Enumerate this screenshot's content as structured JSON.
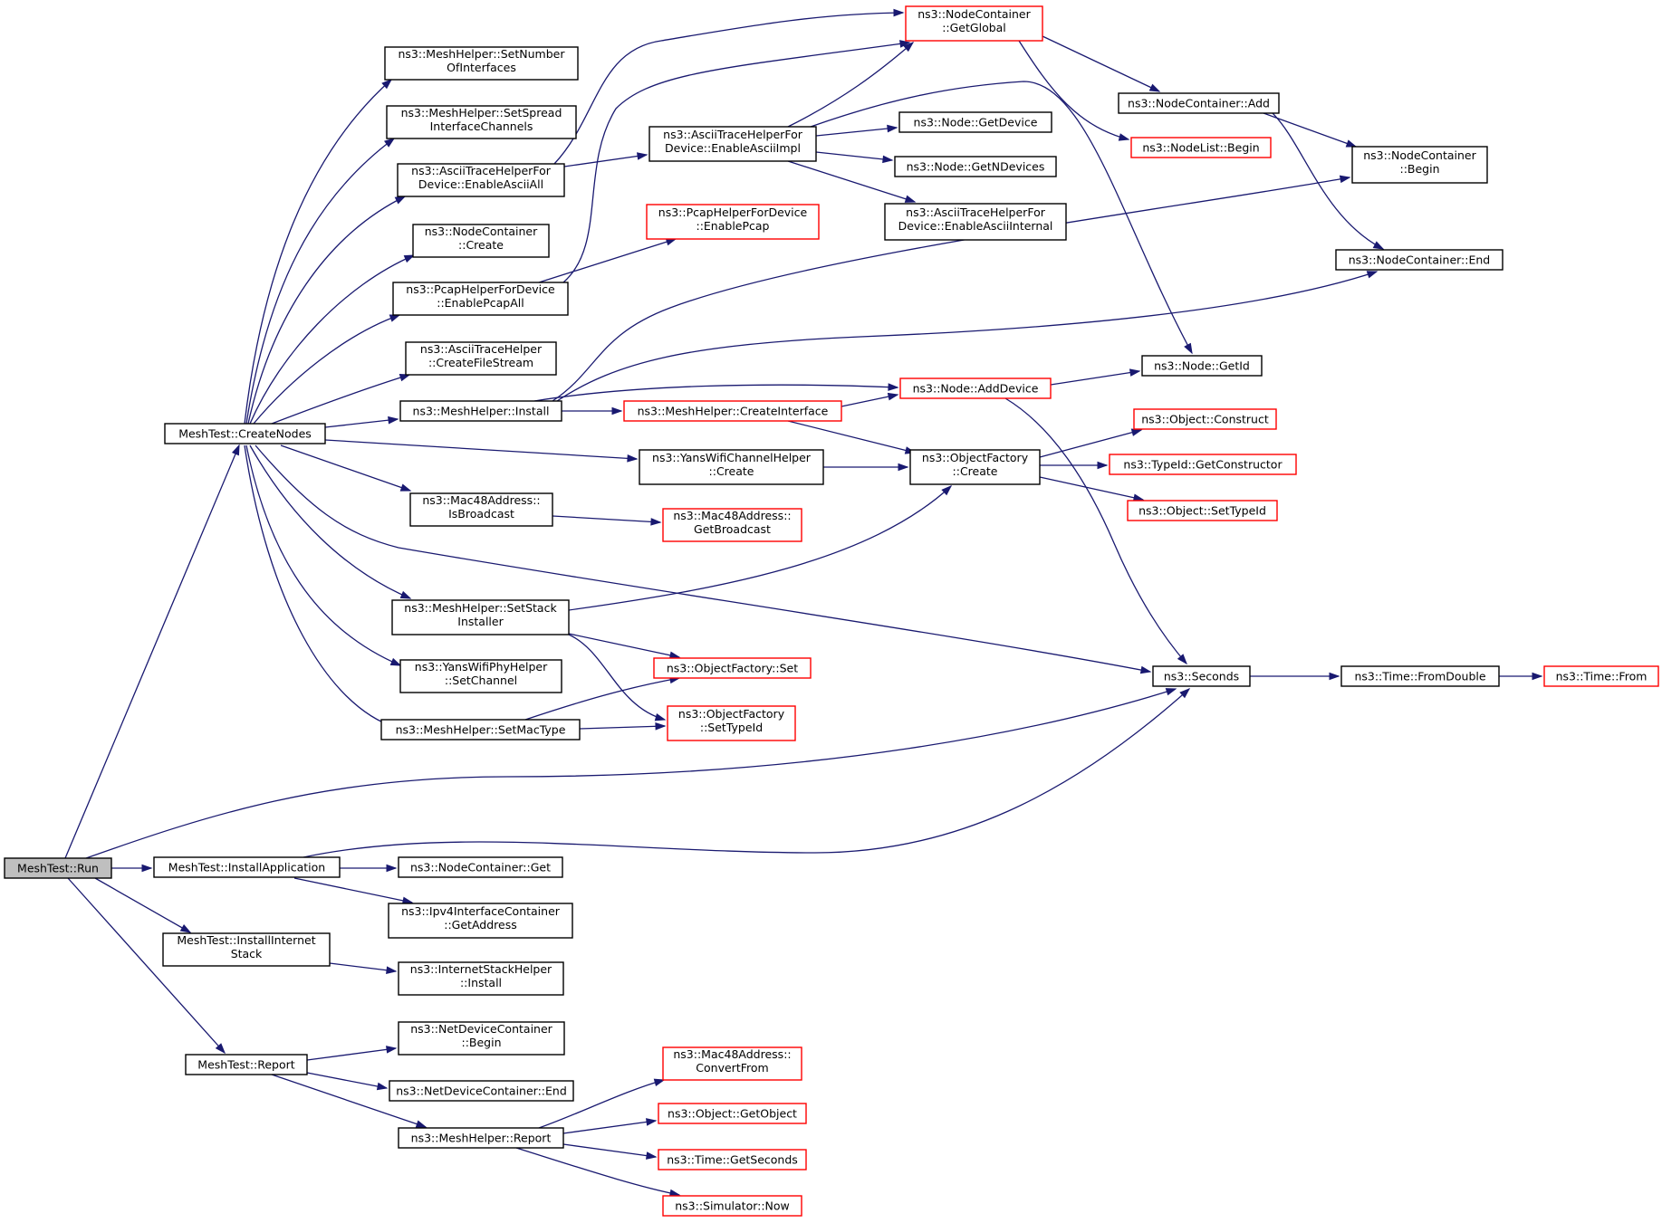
{
  "colors": {
    "edge": "#191970",
    "truncated_border": "#ff0000",
    "normal_border": "#000000",
    "root_fill": "#bfbfbf"
  },
  "nodes": {
    "run": {
      "lines": [
        "MeshTest::Run"
      ],
      "kind": "root"
    },
    "createnodes": {
      "lines": [
        "MeshTest::CreateNodes"
      ],
      "kind": "black"
    },
    "installapp": {
      "lines": [
        "MeshTest::InstallApplication"
      ],
      "kind": "black"
    },
    "installinternet": {
      "lines": [
        "MeshTest::InstallInternet",
        "Stack"
      ],
      "kind": "black"
    },
    "report": {
      "lines": [
        "MeshTest::Report"
      ],
      "kind": "black"
    },
    "setnumif": {
      "lines": [
        "ns3::MeshHelper::SetNumber",
        "OfInterfaces"
      ],
      "kind": "black"
    },
    "setspread": {
      "lines": [
        "ns3::MeshHelper::SetSpread",
        "InterfaceChannels"
      ],
      "kind": "black"
    },
    "enableasciiall": {
      "lines": [
        "ns3::AsciiTraceHelperFor",
        "Device::EnableAsciiAll"
      ],
      "kind": "black"
    },
    "nccreate": {
      "lines": [
        "ns3::NodeContainer",
        "::Create"
      ],
      "kind": "black"
    },
    "enablepcapall": {
      "lines": [
        "ns3::PcapHelperForDevice",
        "::EnablePcapAll"
      ],
      "kind": "black"
    },
    "createfilestream": {
      "lines": [
        "ns3::AsciiTraceHelper",
        "::CreateFileStream"
      ],
      "kind": "black"
    },
    "meshinstall": {
      "lines": [
        "ns3::MeshHelper::Install"
      ],
      "kind": "black"
    },
    "isbroadcast": {
      "lines": [
        "ns3::Mac48Address::",
        "IsBroadcast"
      ],
      "kind": "black"
    },
    "setstackinstaller": {
      "lines": [
        "ns3::MeshHelper::SetStack",
        "Installer"
      ],
      "kind": "black"
    },
    "yanssetchannel": {
      "lines": [
        "ns3::YansWifiPhyHelper",
        "::SetChannel"
      ],
      "kind": "black"
    },
    "setmactype": {
      "lines": [
        "ns3::MeshHelper::SetMacType"
      ],
      "kind": "black"
    },
    "ncget": {
      "lines": [
        "ns3::NodeContainer::Get"
      ],
      "kind": "black"
    },
    "ipv4getaddress": {
      "lines": [
        "ns3::Ipv4InterfaceContainer",
        "::GetAddress"
      ],
      "kind": "black"
    },
    "ishinstall": {
      "lines": [
        "ns3::InternetStackHelper",
        "::Install"
      ],
      "kind": "black"
    },
    "ndcbegin": {
      "lines": [
        "ns3::NetDeviceContainer",
        "::Begin"
      ],
      "kind": "black"
    },
    "ndcend": {
      "lines": [
        "ns3::NetDeviceContainer::End"
      ],
      "kind": "black"
    },
    "meshreport": {
      "lines": [
        "ns3::MeshHelper::Report"
      ],
      "kind": "black"
    },
    "ncgetglobal": {
      "lines": [
        "ns3::NodeContainer",
        "::GetGlobal"
      ],
      "kind": "red"
    },
    "enableasciiimpl": {
      "lines": [
        "ns3::AsciiTraceHelperFor",
        "Device::EnableAsciiImpl"
      ],
      "kind": "black"
    },
    "enablepcap": {
      "lines": [
        "ns3::PcapHelperForDevice",
        "::EnablePcap"
      ],
      "kind": "red"
    },
    "createinterface": {
      "lines": [
        "ns3::MeshHelper::CreateInterface"
      ],
      "kind": "red"
    },
    "yanscreate": {
      "lines": [
        "ns3::YansWifiChannelHelper",
        "::Create"
      ],
      "kind": "black"
    },
    "getbroadcast": {
      "lines": [
        "ns3::Mac48Address::",
        "GetBroadcast"
      ],
      "kind": "red"
    },
    "ofset": {
      "lines": [
        "ns3::ObjectFactory::Set"
      ],
      "kind": "red"
    },
    "ofsettypeid": {
      "lines": [
        "ns3::ObjectFactory",
        "::SetTypeId"
      ],
      "kind": "red"
    },
    "convertfrom": {
      "lines": [
        "ns3::Mac48Address::",
        "ConvertFrom"
      ],
      "kind": "red"
    },
    "getobject": {
      "lines": [
        "ns3::Object::GetObject"
      ],
      "kind": "red"
    },
    "getseconds": {
      "lines": [
        "ns3::Time::GetSeconds"
      ],
      "kind": "red"
    },
    "simnow": {
      "lines": [
        "ns3::Simulator::Now"
      ],
      "kind": "red"
    },
    "nodegetdevice": {
      "lines": [
        "ns3::Node::GetDevice"
      ],
      "kind": "black"
    },
    "nodegetndevices": {
      "lines": [
        "ns3::Node::GetNDevices"
      ],
      "kind": "black"
    },
    "enableasciiinternal": {
      "lines": [
        "ns3::AsciiTraceHelperFor",
        "Device::EnableAsciiInternal"
      ],
      "kind": "black"
    },
    "nodeadddevice": {
      "lines": [
        "ns3::Node::AddDevice"
      ],
      "kind": "red"
    },
    "ofcreate": {
      "lines": [
        "ns3::ObjectFactory",
        "::Create"
      ],
      "kind": "black"
    },
    "ncadd": {
      "lines": [
        "ns3::NodeContainer::Add"
      ],
      "kind": "black"
    },
    "nodelistbegin": {
      "lines": [
        "ns3::NodeList::Begin"
      ],
      "kind": "red"
    },
    "ncbegin": {
      "lines": [
        "ns3::NodeContainer",
        "::Begin"
      ],
      "kind": "black"
    },
    "ncend": {
      "lines": [
        "ns3::NodeContainer::End"
      ],
      "kind": "black"
    },
    "nodegetid": {
      "lines": [
        "ns3::Node::GetId"
      ],
      "kind": "black"
    },
    "objconstruct": {
      "lines": [
        "ns3::Object::Construct"
      ],
      "kind": "red"
    },
    "getconstructor": {
      "lines": [
        "ns3::TypeId::GetConstructor"
      ],
      "kind": "red"
    },
    "objsettypeid": {
      "lines": [
        "ns3::Object::SetTypeId"
      ],
      "kind": "red"
    },
    "seconds": {
      "lines": [
        "ns3::Seconds"
      ],
      "kind": "black"
    },
    "fromdouble": {
      "lines": [
        "ns3::Time::FromDouble"
      ],
      "kind": "black"
    },
    "timefrom": {
      "lines": [
        "ns3::Time::From"
      ],
      "kind": "red"
    }
  }
}
